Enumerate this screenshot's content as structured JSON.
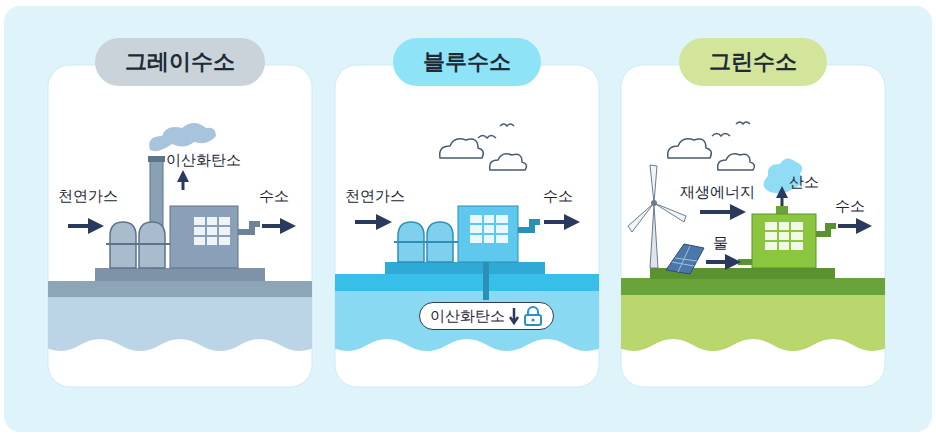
{
  "diagram": {
    "nodes": [
      {
        "text": [
          "그레이수소"
        ]
      },
      {
        "text": [
          "블루수소"
        ]
      },
      {
        "text": [
          "이산화탄소"
        ],
        "in": 1
      },
      {
        "text": [
          "그린수소"
        ]
      }
    ],
    "labels": [
      "천연가스",
      "이산화탄소",
      "수소",
      "천연가스",
      "수소",
      "재생에너지",
      "물",
      "산소",
      "수소"
    ]
  }
}
